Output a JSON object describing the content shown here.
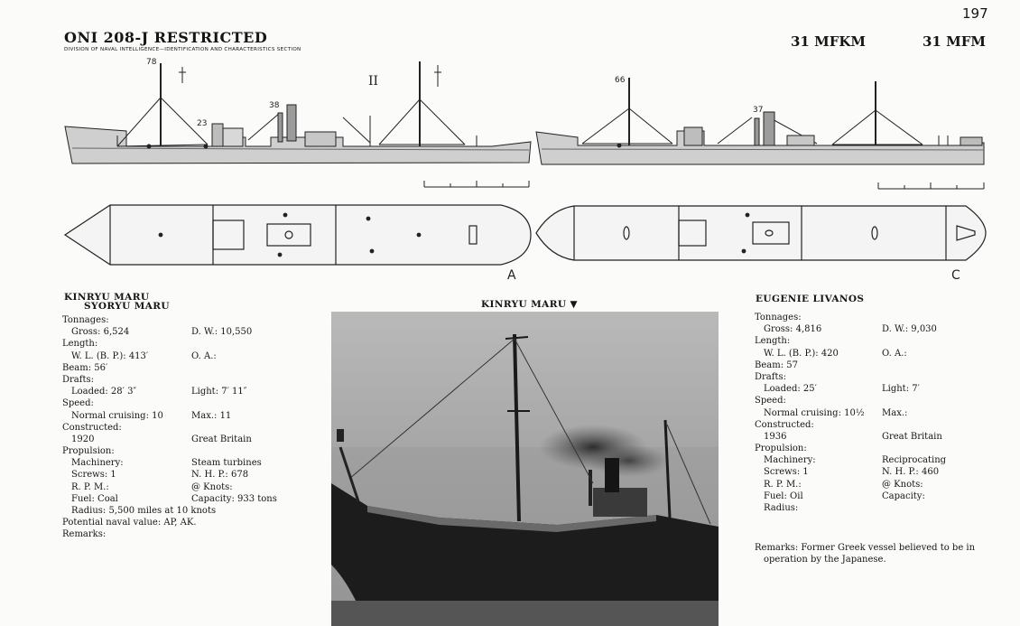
{
  "page_number": "197",
  "header": {
    "title": "ONI 208-J RESTRICTED",
    "subtitle": "DIVISION OF NAVAL INTELLIGENCE—IDENTIFICATION AND CHARACTERISTICS SECTION",
    "code_left": "31 MFKM",
    "code_right": "31 MFM"
  },
  "drawings": {
    "ship_a": {
      "label": "A",
      "callouts": [
        "78",
        "23",
        "38",
        "II"
      ]
    },
    "ship_c": {
      "label": "C",
      "callouts": [
        "66",
        "37"
      ]
    }
  },
  "photo": {
    "caption": "KINRYU MARU ▼"
  },
  "left_ship": {
    "name_1": "KINRYU MARU",
    "name_2": "SYORYU MARU",
    "rows": [
      {
        "a": "Tonnages:",
        "ind": false,
        "b": ""
      },
      {
        "a": "Gross: 6,524",
        "ind": true,
        "b": "D. W.: 10,550"
      },
      {
        "a": "Length:",
        "ind": false,
        "b": ""
      },
      {
        "a": "W. L. (B. P.): 413′",
        "ind": true,
        "b": "O. A.:"
      },
      {
        "a": "Beam: 56′",
        "ind": false,
        "b": ""
      },
      {
        "a": "Drafts:",
        "ind": false,
        "b": ""
      },
      {
        "a": "Loaded: 28′ 3″",
        "ind": true,
        "b": "Light: 7′ 11″"
      },
      {
        "a": "Speed:",
        "ind": false,
        "b": ""
      },
      {
        "a": "Normal cruising: 10",
        "ind": true,
        "b": "Max.: 11"
      },
      {
        "a": "Constructed:",
        "ind": false,
        "b": ""
      },
      {
        "a": "1920",
        "ind": true,
        "b": "Great Britain"
      },
      {
        "a": "Propulsion:",
        "ind": false,
        "b": ""
      },
      {
        "a": "Machinery:",
        "ind": true,
        "b": "Steam turbines"
      },
      {
        "a": "Screws: 1",
        "ind": true,
        "b": "N. H. P.: 678"
      },
      {
        "a": "R. P. M.:",
        "ind": true,
        "b": "@ Knots:"
      },
      {
        "a": "Fuel: Coal",
        "ind": true,
        "b": "Capacity: 933 tons"
      },
      {
        "a": "Radius: 5,500 miles at 10 knots",
        "ind": true,
        "b": ""
      },
      {
        "a": "Potential naval value: AP, AK.",
        "ind": false,
        "b": ""
      },
      {
        "a": "Remarks:",
        "ind": false,
        "b": ""
      }
    ]
  },
  "right_ship": {
    "name": "EUGENIE LIVANOS",
    "rows": [
      {
        "a": "Tonnages:",
        "ind": false,
        "b": ""
      },
      {
        "a": "Gross: 4,816",
        "ind": true,
        "b": "D. W.: 9,030"
      },
      {
        "a": "Length:",
        "ind": false,
        "b": ""
      },
      {
        "a": "W. L. (B. P.): 420",
        "ind": true,
        "b": "O. A.:"
      },
      {
        "a": "Beam: 57",
        "ind": false,
        "b": ""
      },
      {
        "a": "Drafts:",
        "ind": false,
        "b": ""
      },
      {
        "a": "Loaded: 25′",
        "ind": true,
        "b": "Light: 7′"
      },
      {
        "a": "Speed:",
        "ind": false,
        "b": ""
      },
      {
        "a": "Normal cruising: 10½",
        "ind": true,
        "b": "Max.:"
      },
      {
        "a": "Constructed:",
        "ind": false,
        "b": ""
      },
      {
        "a": "1936",
        "ind": true,
        "b": "Great Britain"
      },
      {
        "a": "Propulsion:",
        "ind": false,
        "b": ""
      },
      {
        "a": "Machinery:",
        "ind": true,
        "b": "Reciprocating"
      },
      {
        "a": "Screws: 1",
        "ind": true,
        "b": "N. H. P.: 460"
      },
      {
        "a": "R. P. M.:",
        "ind": true,
        "b": "@ Knots:"
      },
      {
        "a": "Fuel: Oil",
        "ind": true,
        "b": "Capacity:"
      },
      {
        "a": "Radius:",
        "ind": true,
        "b": ""
      }
    ],
    "remarks_1": "Remarks: Former Greek vessel believed to be in",
    "remarks_2": "operation by the Japanese."
  }
}
